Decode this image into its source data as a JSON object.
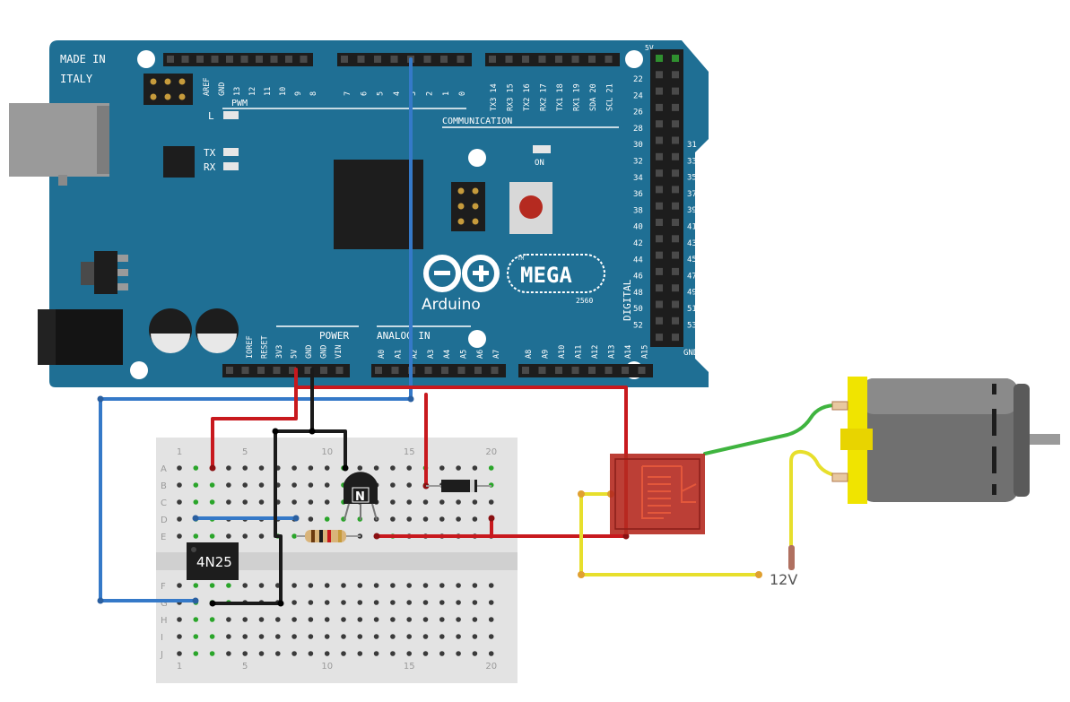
{
  "board": {
    "made_in_line1": "MADE IN",
    "made_in_line2": "ITALY",
    "logo_text": "Arduino",
    "model": "MEGA",
    "model_sub": "2560",
    "trademark": "TM",
    "pwm_label": "PWM",
    "communication_label": "COMMUNICATION",
    "power_label": "POWER",
    "analog_label": "ANALOG IN",
    "digital_label": "DIGITAL",
    "led_l": "L",
    "led_tx": "TX",
    "led_rx": "RX",
    "led_on": "ON",
    "top_5v": "5V",
    "bottom_gnd": "GND",
    "pwm_pins": [
      "AREF",
      "GND",
      "13",
      "12",
      "11",
      "10",
      "9",
      "8"
    ],
    "mid_pins": [
      "7",
      "6",
      "5",
      "4",
      "3",
      "2",
      "1",
      "0"
    ],
    "comm_pins": [
      "TX3 14",
      "RX3 15",
      "TX2 16",
      "RX2 17",
      "TX1 18",
      "RX1 19",
      "SDA 20",
      "SCL 21"
    ],
    "right_left_col": [
      "22",
      "24",
      "26",
      "28",
      "30",
      "32",
      "34",
      "36",
      "38",
      "40",
      "42",
      "44",
      "46",
      "48",
      "50",
      "52"
    ],
    "right_right_col": [
      "31",
      "33",
      "35",
      "37",
      "39",
      "41",
      "43",
      "45",
      "47",
      "49",
      "51",
      "53"
    ],
    "power_pins": [
      "IOREF",
      "RESET",
      "3V3",
      "5V",
      "GND",
      "GND",
      "VIN"
    ],
    "analog_pins_a": [
      "A0",
      "A1",
      "A2",
      "A3",
      "A4",
      "A5",
      "A6",
      "A7"
    ],
    "analog_pins_b": [
      "A8",
      "A9",
      "A10",
      "A11",
      "A12",
      "A13",
      "A14",
      "A15"
    ]
  },
  "breadboard": {
    "col_numbers": [
      "1",
      "5",
      "10",
      "15",
      "20"
    ],
    "top_rows": [
      "A",
      "B",
      "C",
      "D",
      "E"
    ],
    "bottom_rows": [
      "F",
      "G",
      "H",
      "I",
      "J"
    ]
  },
  "components": {
    "optocoupler_label": "4N25",
    "transistor_label": "N",
    "supply_label": "12V"
  },
  "colors": {
    "board": "#1f6f94",
    "wire_red": "#c8191e",
    "wire_blue": "#3579c8",
    "wire_black": "#1a1a1a",
    "wire_green": "#3fb43f",
    "wire_yellow": "#e7df2c",
    "relay": "#b52a20",
    "motor_cap": "#f0e400"
  }
}
